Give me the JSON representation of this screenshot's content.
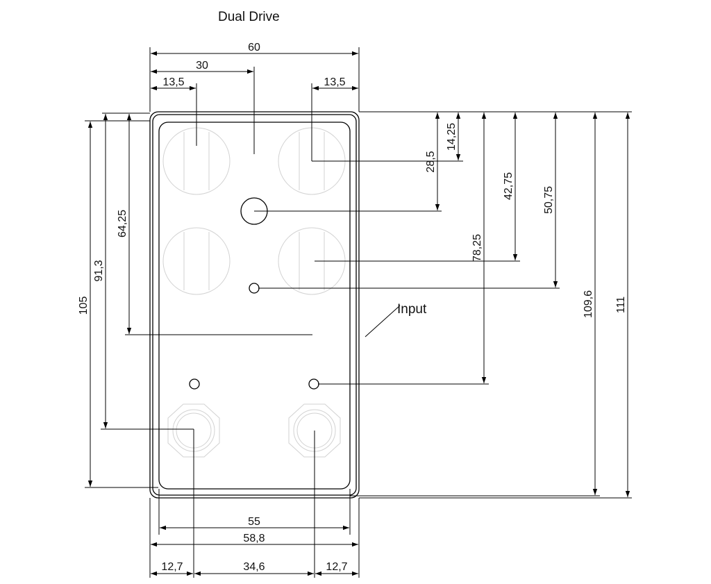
{
  "title": "Dual Drive",
  "callout_label": "Input",
  "dimensions": {
    "width_total": "60",
    "center_offset": "30",
    "pot_left_offset": "13,5",
    "pot_right_offset": "13,5",
    "top_pots_y": "14,25",
    "footswitch_y": "28,5",
    "bottom_pots_y": "42,75",
    "led_y": "50,75",
    "side_led_y": "78,25",
    "inner_height": "109,6",
    "outer_height": "111",
    "left_jack_y": "105",
    "jacks_y": "91,3",
    "mid_line_y": "64,25",
    "inner_width": "55",
    "width_58": "58,8",
    "jack_left_offset": "12,7",
    "jack_spacing": "34,6",
    "jack_right_offset": "12,7"
  }
}
